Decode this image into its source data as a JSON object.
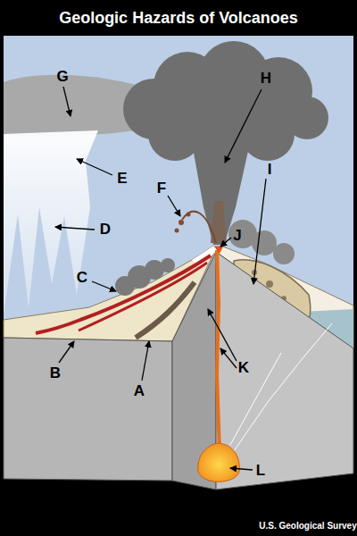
{
  "diagram": {
    "title": "Geologic Hazards of Volcanoes",
    "labels": [
      "G",
      "H",
      "E",
      "F",
      "I",
      "D",
      "J",
      "C",
      "K",
      "B",
      "A",
      "L",
      "U.S. Geological Survey"
    ]
  }
}
